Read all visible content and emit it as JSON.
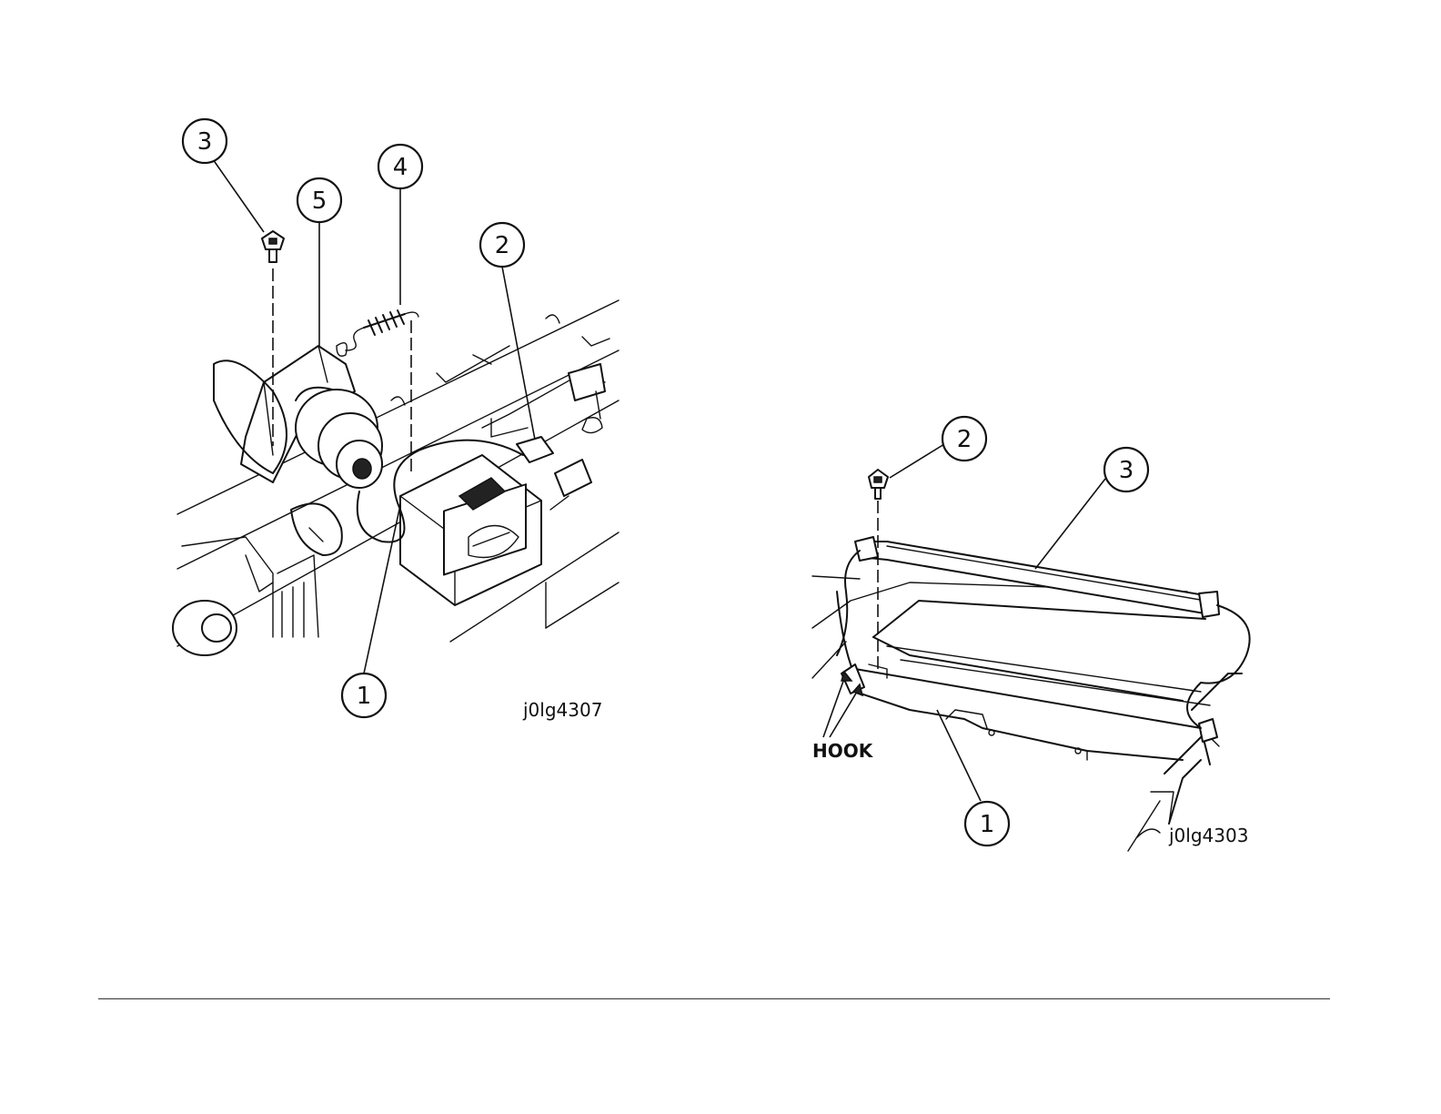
{
  "figures": [
    {
      "id": "j0lg4307",
      "callouts": [
        "1",
        "2",
        "3",
        "4",
        "5"
      ]
    },
    {
      "id": "j0lg4303",
      "callouts": [
        "1",
        "2",
        "3"
      ],
      "labels": {
        "hook": "HOOK"
      }
    }
  ]
}
